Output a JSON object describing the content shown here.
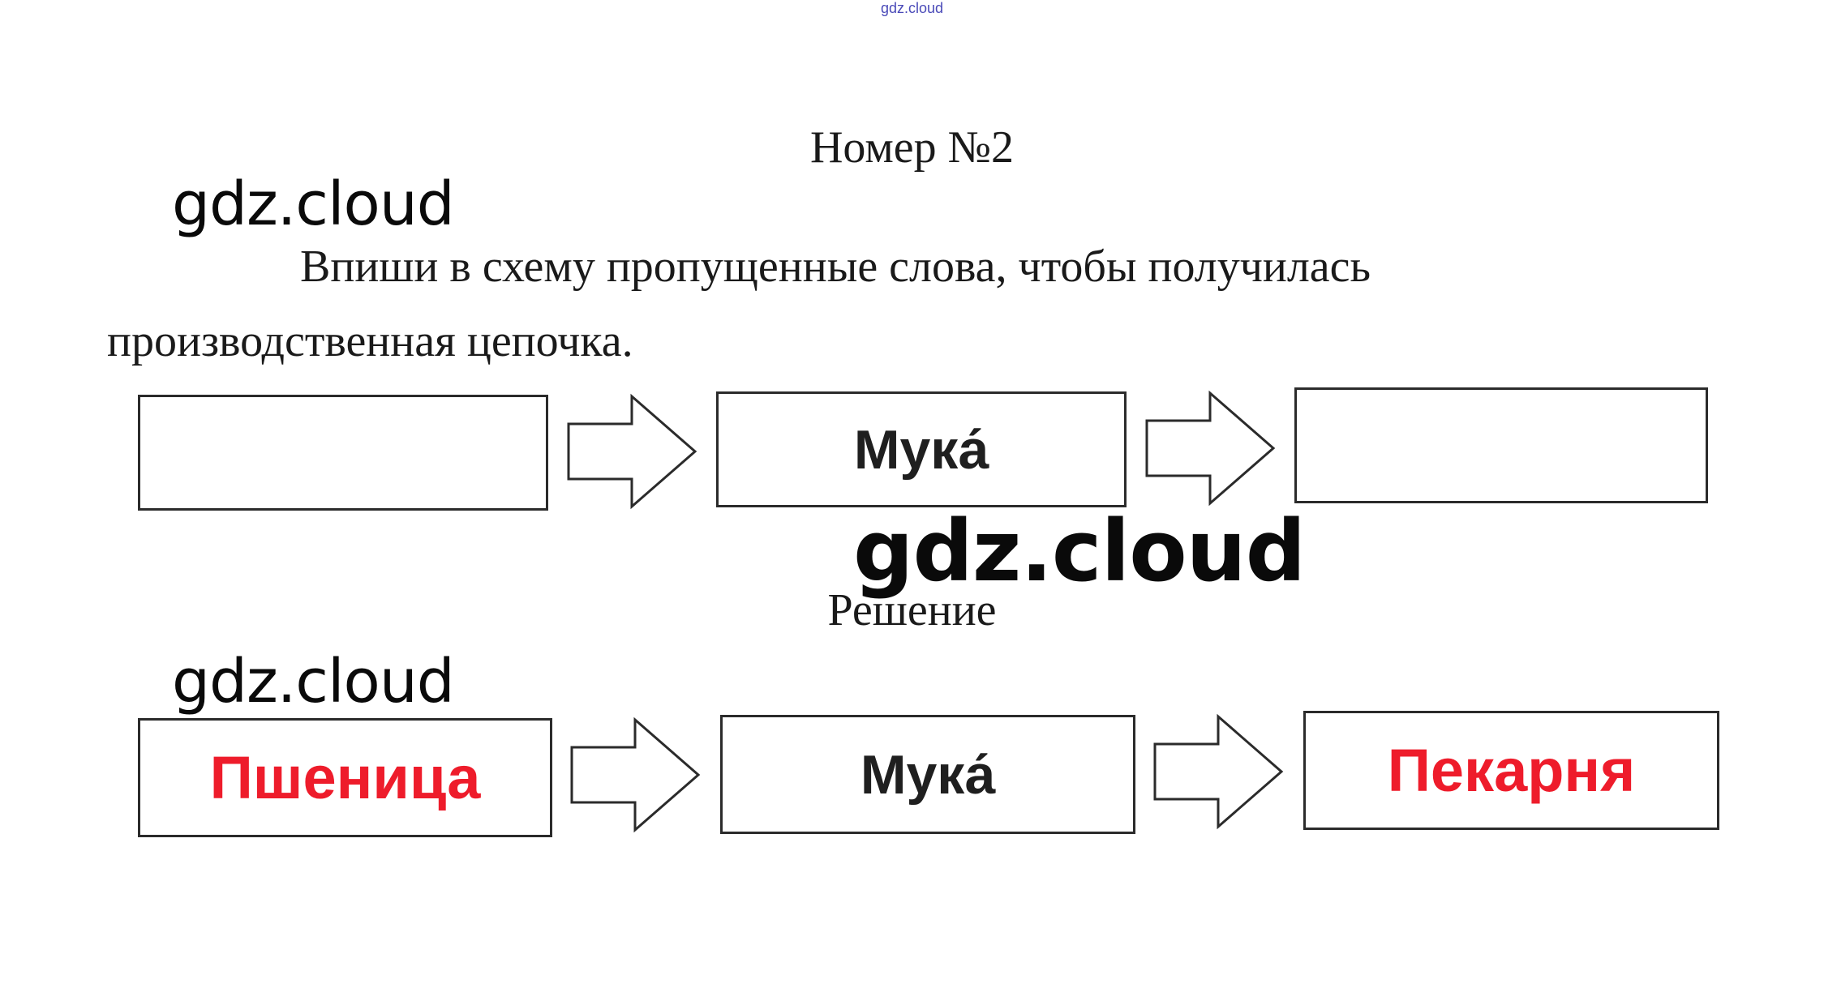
{
  "header": {
    "site_mark": "gdz.cloud"
  },
  "exercise": {
    "title": "Номер №2",
    "task_text": "Впиши в схему пропущенные слова, чтобы получилась производственная цепочка."
  },
  "watermarks": [
    "gdz.cloud",
    "gdz.cloud",
    "gdz.cloud"
  ],
  "task_scheme": {
    "boxes": [
      "",
      "Мука́",
      ""
    ]
  },
  "solution": {
    "title": "Решение",
    "boxes": [
      "Пшеница",
      "Мука́",
      "Пекарня"
    ]
  },
  "colors": {
    "answer_text": "#ee1c2b",
    "given_text": "#1f1f1f",
    "box_border": "#2b2b2b",
    "site_mark": "#4a4ab8"
  },
  "icons": [
    "arrow-right-icon"
  ]
}
